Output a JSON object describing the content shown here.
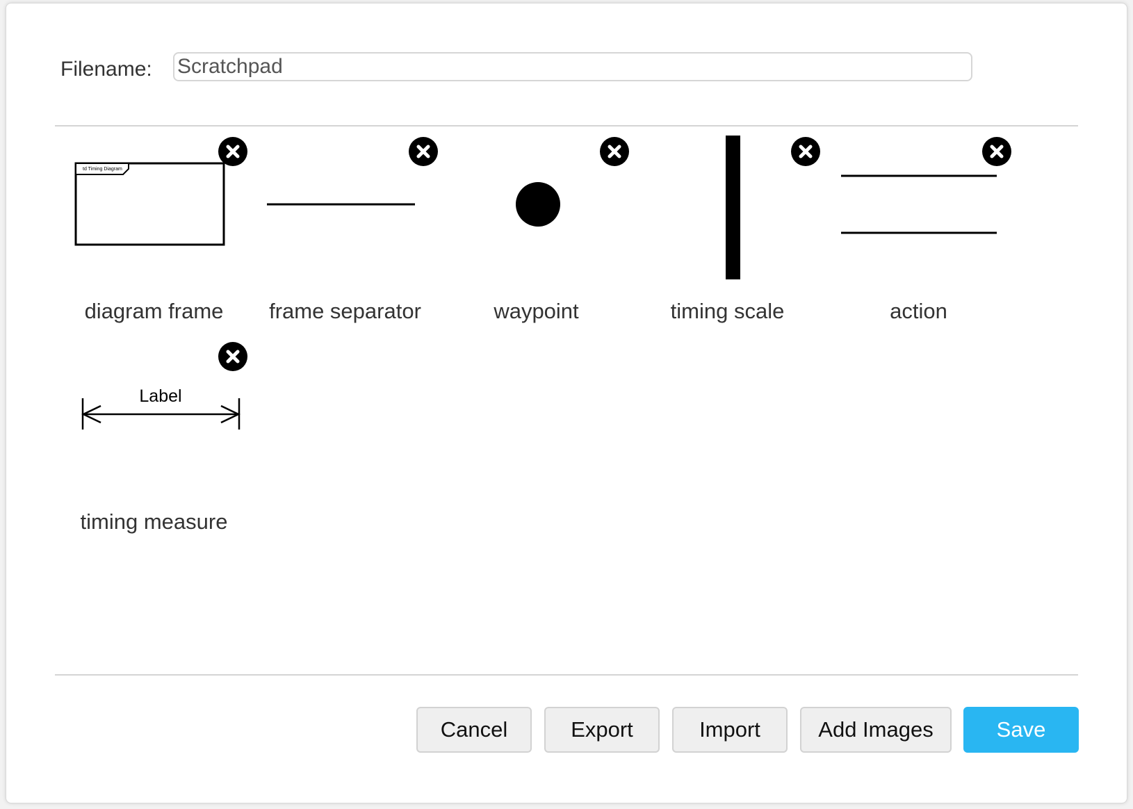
{
  "filename": {
    "label": "Filename:",
    "value": "Scratchpad"
  },
  "library": {
    "items": [
      {
        "label": "diagram frame",
        "frame_tab_text": "td Timing Diagram"
      },
      {
        "label": "frame separator"
      },
      {
        "label": "waypoint"
      },
      {
        "label": "timing scale"
      },
      {
        "label": "action"
      },
      {
        "label": "timing measure",
        "measure_text": "Label"
      }
    ]
  },
  "buttons": {
    "cancel": "Cancel",
    "export": "Export",
    "import": "Import",
    "add_images": "Add Images",
    "save": "Save"
  },
  "colors": {
    "primary_button": "#29b6f2",
    "remove_icon_bg": "#000000"
  }
}
